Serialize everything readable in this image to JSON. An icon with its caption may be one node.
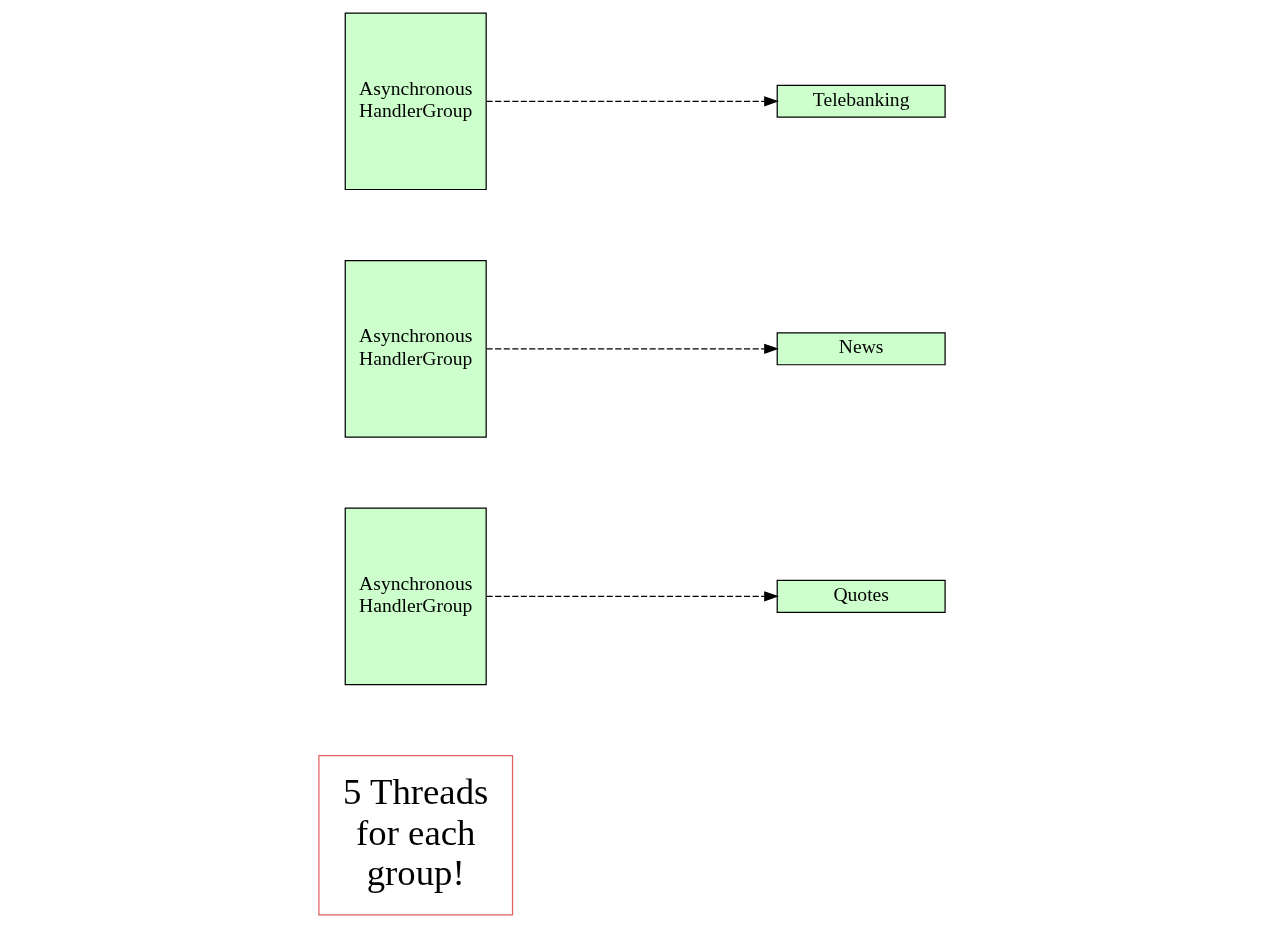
{
  "diagram": {
    "nodes": [
      {
        "text": [
          "5 Threads for each group!"
        ]
      },
      {
        "text": [
          "Asynchronous HandlerGroup"
        ]
      },
      {
        "text": [
          "Quotes"
        ]
      },
      {
        "text": [
          "Asynchronous HandlerGroup"
        ]
      },
      {
        "text": [
          "News"
        ]
      },
      {
        "text": [
          "Asynchronous HandlerGroup"
        ]
      },
      {
        "text": [
          "Telebanking"
        ]
      }
    ],
    "edges": [
      {
        "from": 1,
        "to": 2,
        "arrow": "to",
        "style": "dashed"
      },
      {
        "from": 3,
        "to": 4,
        "arrow": "to",
        "style": "dashed"
      },
      {
        "from": 5,
        "to": 6,
        "arrow": "to",
        "style": "dashed"
      }
    ]
  }
}
